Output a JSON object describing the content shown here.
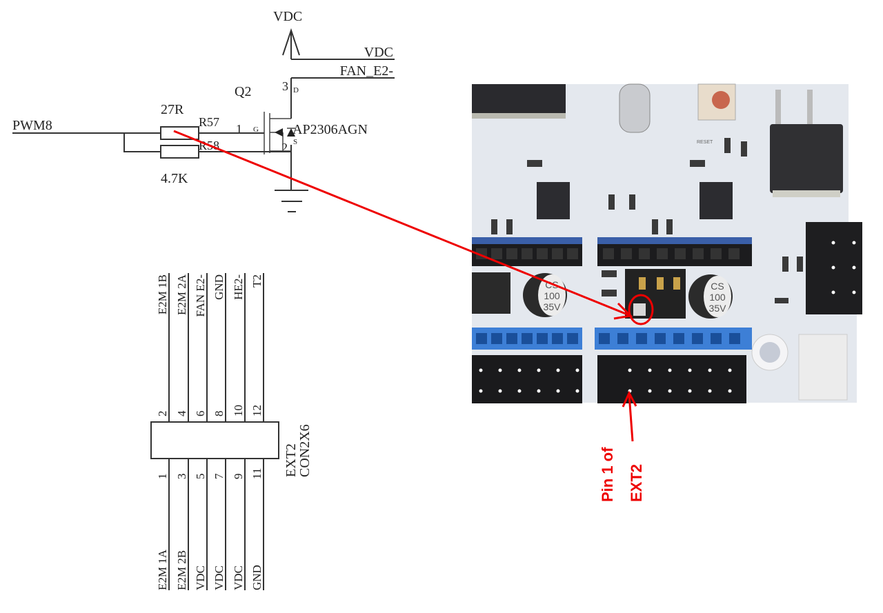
{
  "schematic": {
    "power_symbol_label": "VDC",
    "net_vdc": "VDC",
    "net_fan": "FAN_E2-",
    "net_pwm": "PWM8",
    "transistor": {
      "ref": "Q2",
      "part": "AP2306AGN",
      "pin_drain": "3",
      "pin_gate": "1",
      "pin_source": "2",
      "label_d": "D",
      "label_g": "G",
      "label_s": "S"
    },
    "r57": {
      "ref": "R57",
      "value": "27R"
    },
    "r58": {
      "ref": "R58",
      "value": "4.7K"
    },
    "connector": {
      "ref": "EXT2",
      "part": "CON2X6",
      "top_pins": [
        {
          "num": "2",
          "net": "E2M 1B"
        },
        {
          "num": "4",
          "net": "E2M 2A"
        },
        {
          "num": "6",
          "net": "FAN E2-"
        },
        {
          "num": "8",
          "net": "GND"
        },
        {
          "num": "10",
          "net": "HE2-"
        },
        {
          "num": "12",
          "net": "T2"
        }
      ],
      "bottom_pins": [
        {
          "num": "1",
          "net": "E2M 1A"
        },
        {
          "num": "3",
          "net": "E2M 2B"
        },
        {
          "num": "5",
          "net": "VDC"
        },
        {
          "num": "7",
          "net": "VDC"
        },
        {
          "num": "9",
          "net": "VDC"
        },
        {
          "num": "11",
          "net": "GND"
        }
      ]
    }
  },
  "photo": {
    "cap_left": [
      "CS",
      "100",
      "35V"
    ],
    "cap_right": [
      "CS",
      "100",
      "35V"
    ],
    "reset_label": "RESET"
  },
  "annotation": {
    "line1": "Pin 1 of",
    "line2": "EXT2",
    "color": "#e00000"
  }
}
